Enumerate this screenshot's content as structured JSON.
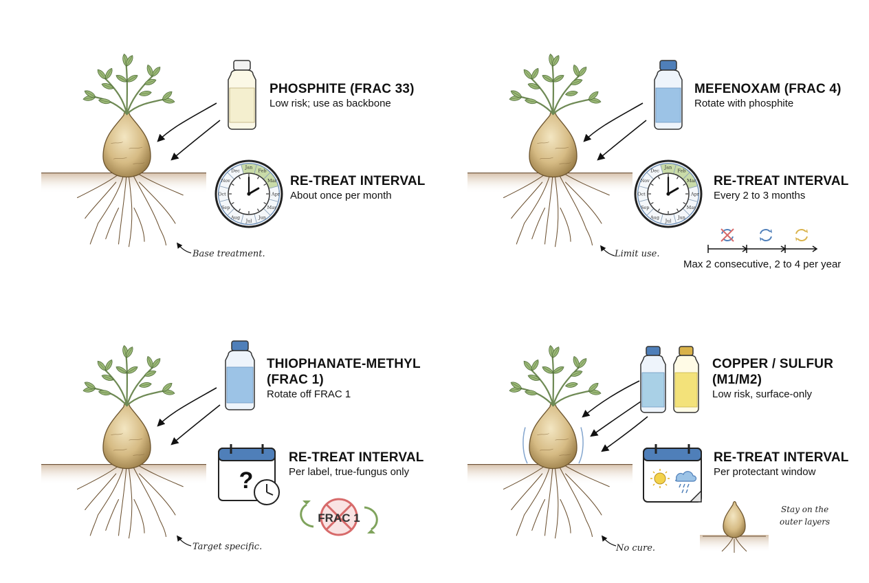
{
  "panels": [
    {
      "title": "PHOSPHITE (FRAC 33)",
      "subtitle": "Low risk; use as backbone",
      "interval_title": "RE-TREAT INTERVAL",
      "interval_text": "About once per month",
      "note": "Base treatment."
    },
    {
      "title": "MEFENOXAM (FRAC 4)",
      "subtitle": "Rotate with phosphite",
      "interval_title": "RE-TREAT INTERVAL",
      "interval_text": "Every 2 to 3 months",
      "note": "Limit use.",
      "rotation_text": "Max 2 consecutive, 2 to 4 per year"
    },
    {
      "title_line1": "THIOPHANATE-METHYL",
      "title_line2": "(FRAC 1)",
      "subtitle": "Rotate off FRAC 1",
      "interval_title": "RE-TREAT INTERVAL",
      "interval_text": "Per label, true-fungus only",
      "note": "Target specific.",
      "calendar_mark": "?",
      "no_frac_label": "FRAC 1"
    },
    {
      "title_line1": "COPPER / SULFUR",
      "title_line2": "(M1/M2)",
      "subtitle": "Low risk, surface-only",
      "interval_title": "RE-TREAT INTERVAL",
      "interval_text": "Per protectant window",
      "note": "No cure.",
      "mini_note_line1": "Stay on the",
      "mini_note_line2": "outer layers"
    }
  ],
  "clock_months_a": [
    "Jan",
    "Feb",
    "Mar",
    "Apr",
    "May",
    "Jun",
    "Jul",
    "Aug",
    "Sep",
    "Oct",
    "Nov",
    "Dec"
  ],
  "colors": {
    "leaf": "#8fae6a",
    "leaf_dark": "#5f7f45",
    "caudex": "#d9c08a",
    "caudex_dark": "#9c7f4a",
    "soil": "#8a6a4a",
    "bottle_phosphite": "#f4efcf",
    "bottle_blue": "#9cc3e6",
    "bottle_yellow": "#f3e27a",
    "cap_blue": "#4f7fb9",
    "cap_gold": "#d9b24a",
    "no_red": "#d76a6a",
    "rot_green": "#7fa35c"
  }
}
